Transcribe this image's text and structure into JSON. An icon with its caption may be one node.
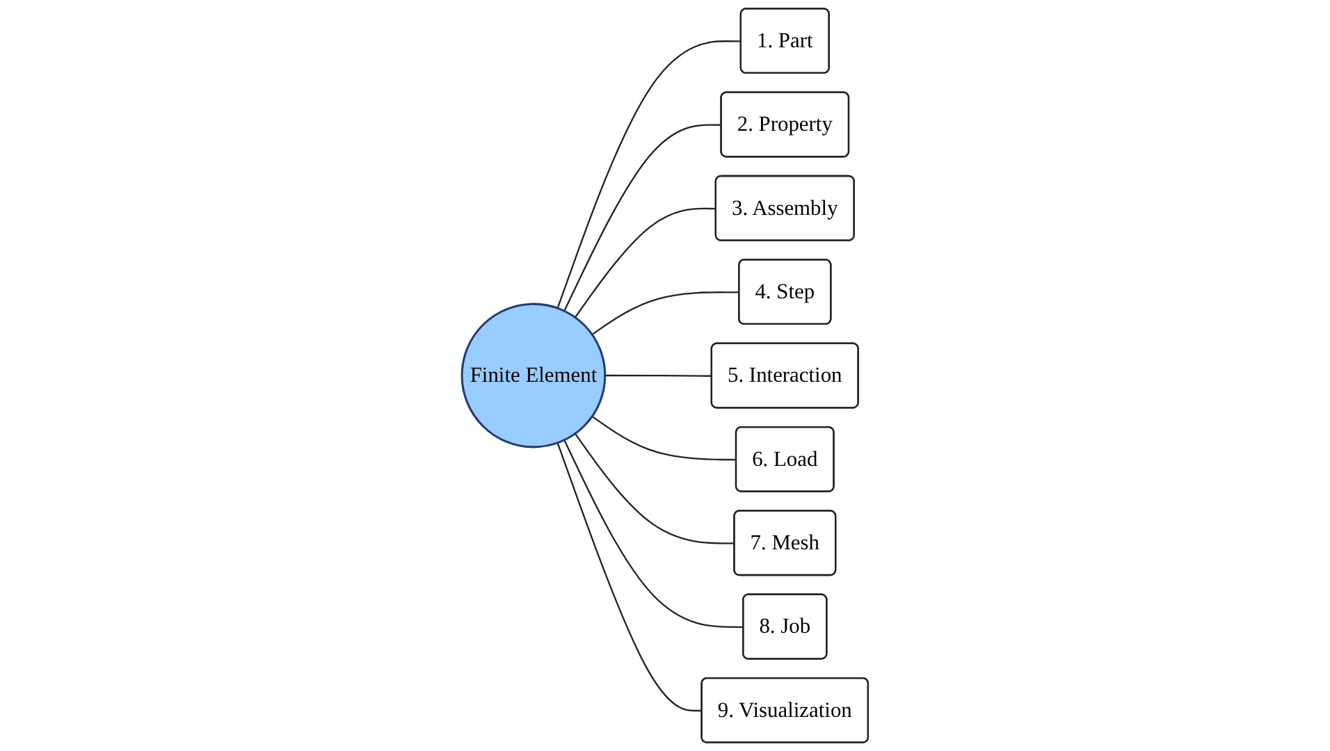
{
  "diagram": {
    "nodes": [
      {
        "text": [
          "Finite Element"
        ]
      },
      {
        "text": [
          "1. Part"
        ]
      },
      {
        "text": [
          "2. Property"
        ]
      },
      {
        "text": [
          "3. Assembly"
        ]
      },
      {
        "text": [
          "4. Step"
        ]
      },
      {
        "text": [
          "5. Interaction"
        ]
      },
      {
        "text": [
          "6. Load"
        ]
      },
      {
        "text": [
          "7. Mesh"
        ]
      },
      {
        "text": [
          "8. Job"
        ]
      },
      {
        "text": [
          "9. Visualization"
        ]
      }
    ],
    "edges": [
      {
        "from": 0,
        "to": 1,
        "arrow": "none"
      },
      {
        "from": 0,
        "to": 2,
        "arrow": "none"
      },
      {
        "from": 0,
        "to": 3,
        "arrow": "none"
      },
      {
        "from": 0,
        "to": 4,
        "arrow": "none"
      },
      {
        "from": 0,
        "to": 5,
        "arrow": "none"
      },
      {
        "from": 0,
        "to": 6,
        "arrow": "none"
      },
      {
        "from": 0,
        "to": 7,
        "arrow": "none"
      },
      {
        "from": 0,
        "to": 8,
        "arrow": "none"
      },
      {
        "from": 0,
        "to": 9,
        "arrow": "none"
      }
    ]
  }
}
